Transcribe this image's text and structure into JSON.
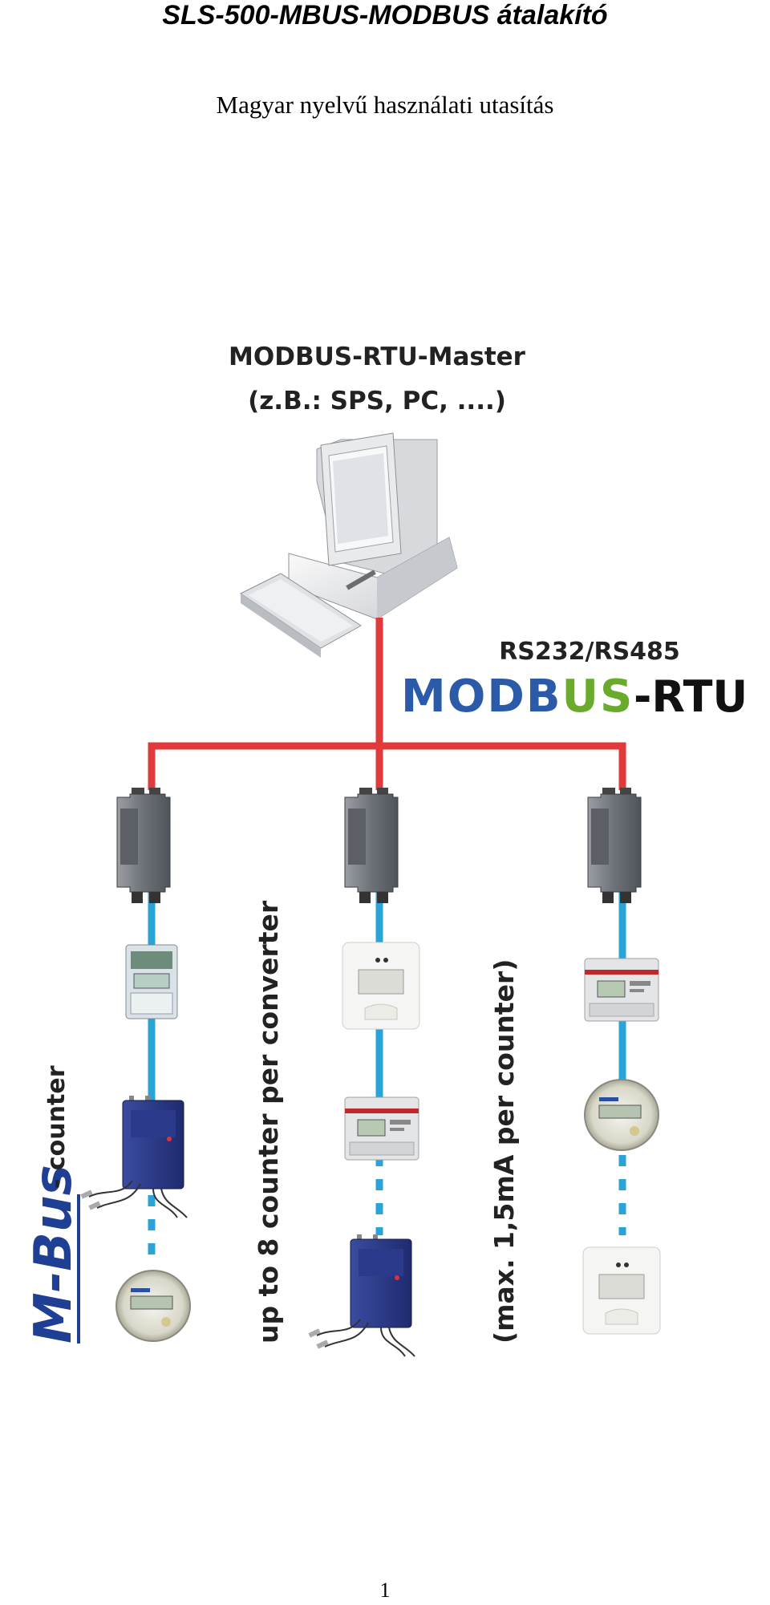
{
  "document": {
    "title": "SLS-500-MBUS-MODBUS átalakító",
    "subtitle": "Magyar nyelvű használati utasítás",
    "page_number": "1"
  },
  "diagram": {
    "master_line1": "MODBUS-RTU-Master",
    "master_line2": "(z.B.: SPS, PC, ....)",
    "interface": "RS232/RS485",
    "modbus_logo": {
      "letters": [
        "M",
        "O",
        "D",
        "B",
        "U",
        "S"
      ],
      "colors": [
        "#2a5aa8",
        "#2a5aa8",
        "#2a5aa8",
        "#2a5aa8",
        "#6aab2e",
        "#6aab2e"
      ],
      "suffix": "-RTU"
    },
    "mbus_logo_text": "M-Bus",
    "mbus_label": " - counter",
    "side_text_1": "up to 8 counter per converter",
    "side_text_2": "(max. 1,5mA per counter)",
    "colors": {
      "modbus_line": "#e03a3a",
      "mbus_line": "#2aa3d6",
      "mbus_logo": "#1f3f95",
      "text": "#222222"
    },
    "column_1_devices": [
      "converter",
      "heat-meter-display",
      "blue-meter-with-probes",
      "round-water-meter"
    ],
    "column_2_devices": [
      "converter",
      "wall-display-unit",
      "din-rail-energy-meter",
      "blue-meter-with-probes"
    ],
    "column_3_devices": [
      "converter",
      "din-rail-energy-meter",
      "round-water-meter",
      "wall-display-unit"
    ]
  }
}
